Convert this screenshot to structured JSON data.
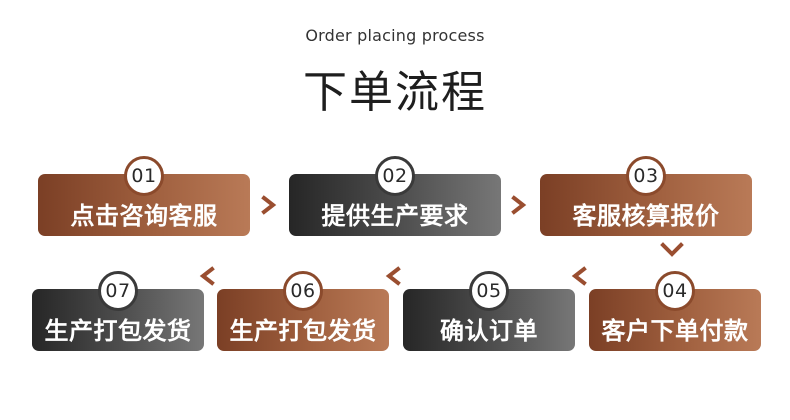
{
  "header": {
    "subtitle": "Order placing process",
    "title": "下单流程"
  },
  "steps": [
    {
      "number": "01",
      "label": "点击咨询客服"
    },
    {
      "number": "02",
      "label": "提供生产要求"
    },
    {
      "number": "03",
      "label": "客服核算报价"
    },
    {
      "number": "04",
      "label": "客户下单付款"
    },
    {
      "number": "05",
      "label": "确认订单"
    },
    {
      "number": "06",
      "label": "生产打包发货"
    },
    {
      "number": "07",
      "label": "生产打包发货"
    }
  ],
  "colors": {
    "brown_step": "#8b4a2c",
    "dark_step": "#3a3a3a",
    "arrow": "#9a4e30"
  }
}
